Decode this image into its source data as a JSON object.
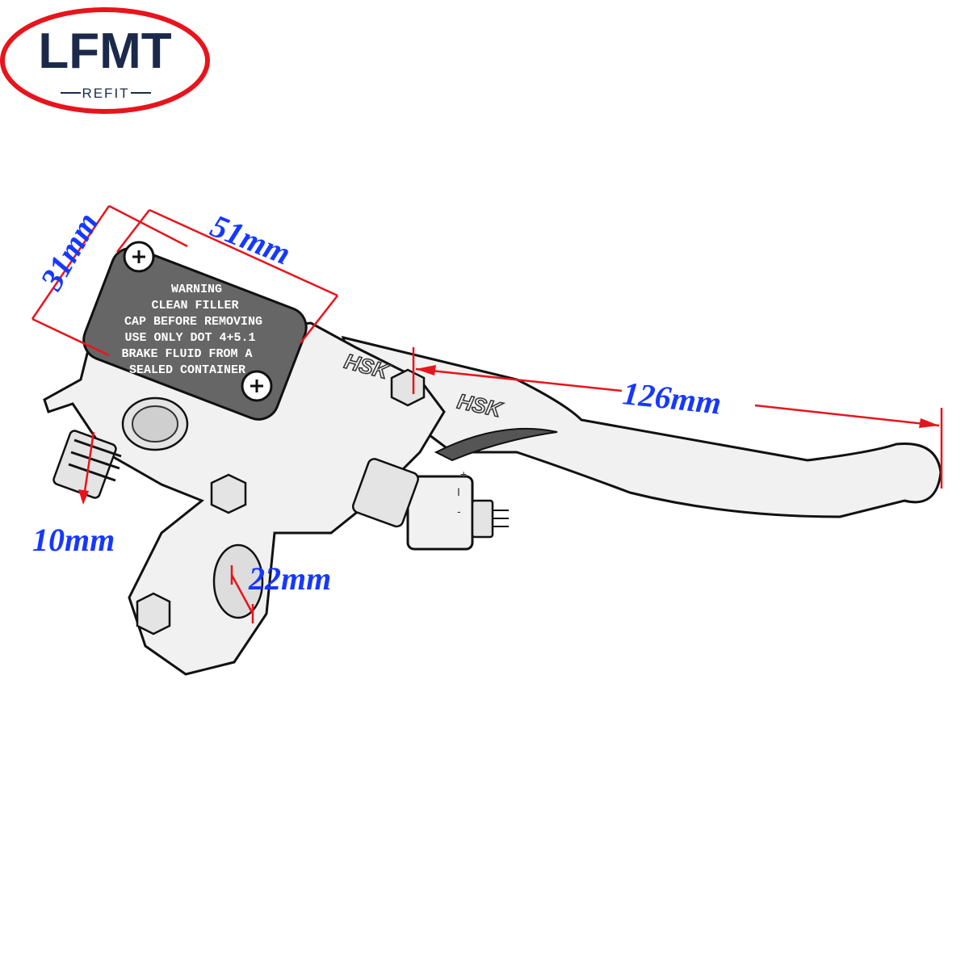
{
  "logo": {
    "brand": "LFMT",
    "sub": "REFIT",
    "ring_color": "#e8141c",
    "text_color": "#1b2a4a"
  },
  "cap_text": [
    "WARNING",
    "CLEAN FILLER",
    "CAP BEFORE REMOVING",
    "USE ONLY DOT 4+5.1",
    "BRAKE FLUID FROM A",
    "SEALED CONTAINER"
  ],
  "lever_marking": "HSK",
  "adjuster_marks": [
    "+",
    "I",
    "-"
  ],
  "dimensions": {
    "cap_width": "31mm",
    "cap_length": "51mm",
    "lever_length": "126mm",
    "bolt": "10mm",
    "bar_clamp": "22mm"
  },
  "colors": {
    "dimension_text": "#1638ff",
    "dimension_line": "#e8141c"
  }
}
